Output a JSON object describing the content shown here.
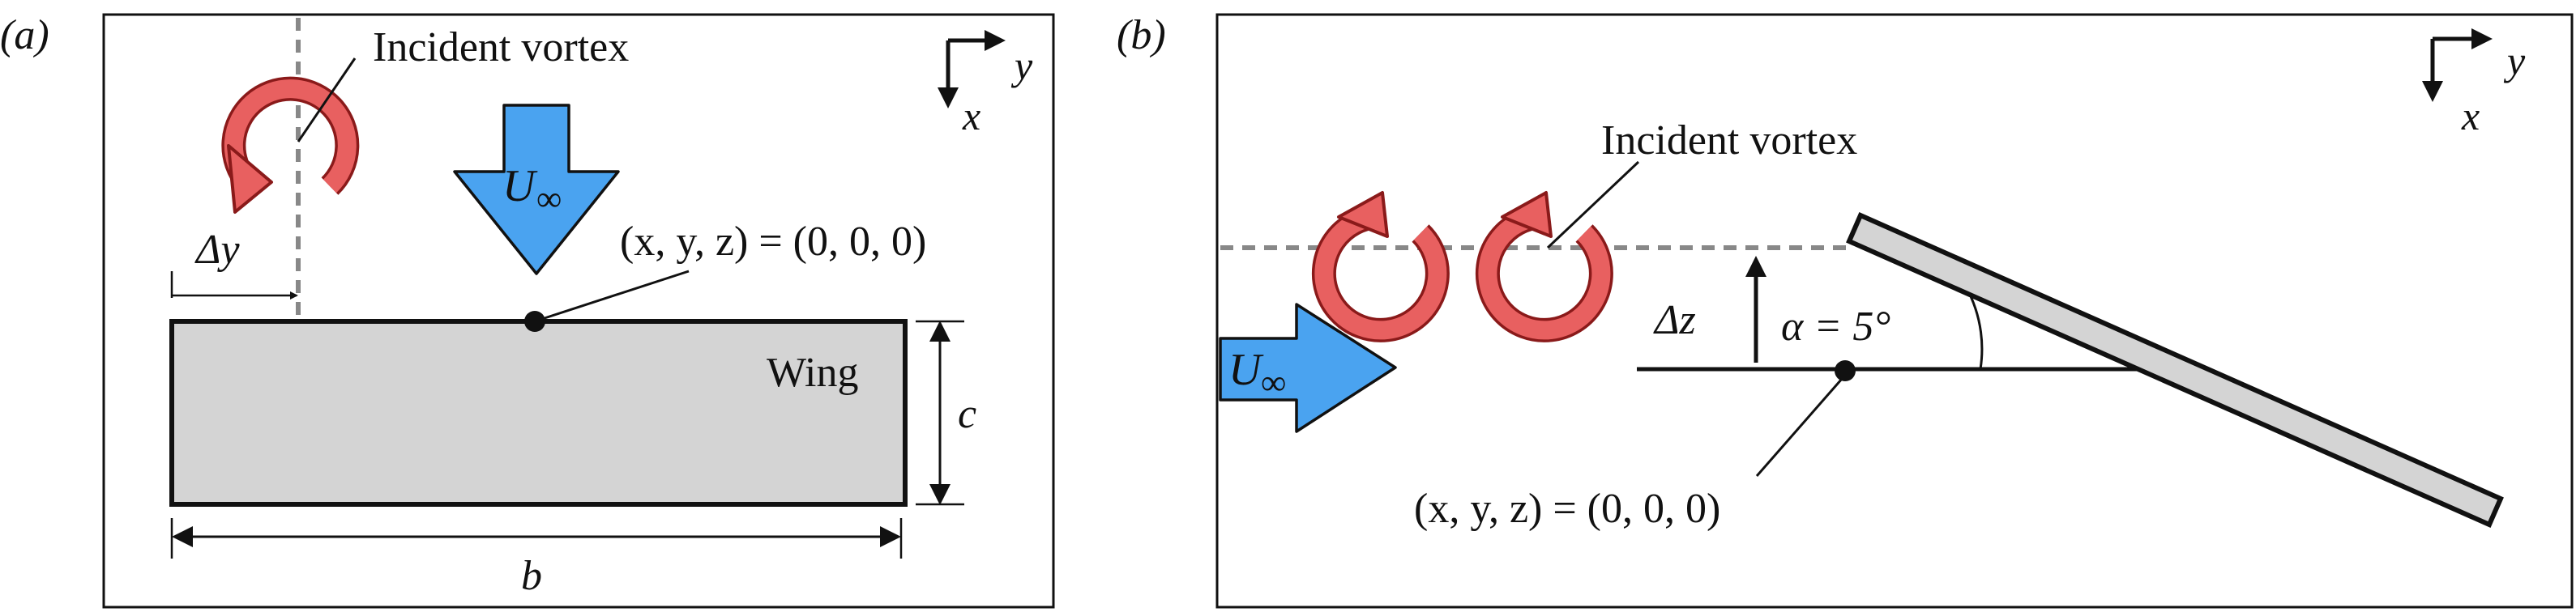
{
  "panel_a": {
    "label": "(a)",
    "incident_vortex": "Incident vortex",
    "freestream": {
      "symbol": "U",
      "subscript": "∞"
    },
    "origin": "(x, y, z) = (0, 0, 0)",
    "delta_y": "Δy",
    "wing": "Wing",
    "chord": "c",
    "span": "b",
    "axis_x": "x",
    "axis_y": "y"
  },
  "panel_b": {
    "label": "(b)",
    "incident_vortex": "Incident vortex",
    "freestream": {
      "symbol": "U",
      "subscript": "∞"
    },
    "origin": "(x, y, z) = (0, 0, 0)",
    "delta_z": "Δz",
    "alpha": "α = 5°",
    "axis_x": "x",
    "axis_y": "y"
  },
  "colors": {
    "vortex_fill": "#e86060",
    "vortex_stroke": "#8a1a1a",
    "flow_arrow": "#4aa3f0",
    "wing_fill": "#d4d4d4",
    "dashed": "#888888",
    "frame": "#111111"
  }
}
